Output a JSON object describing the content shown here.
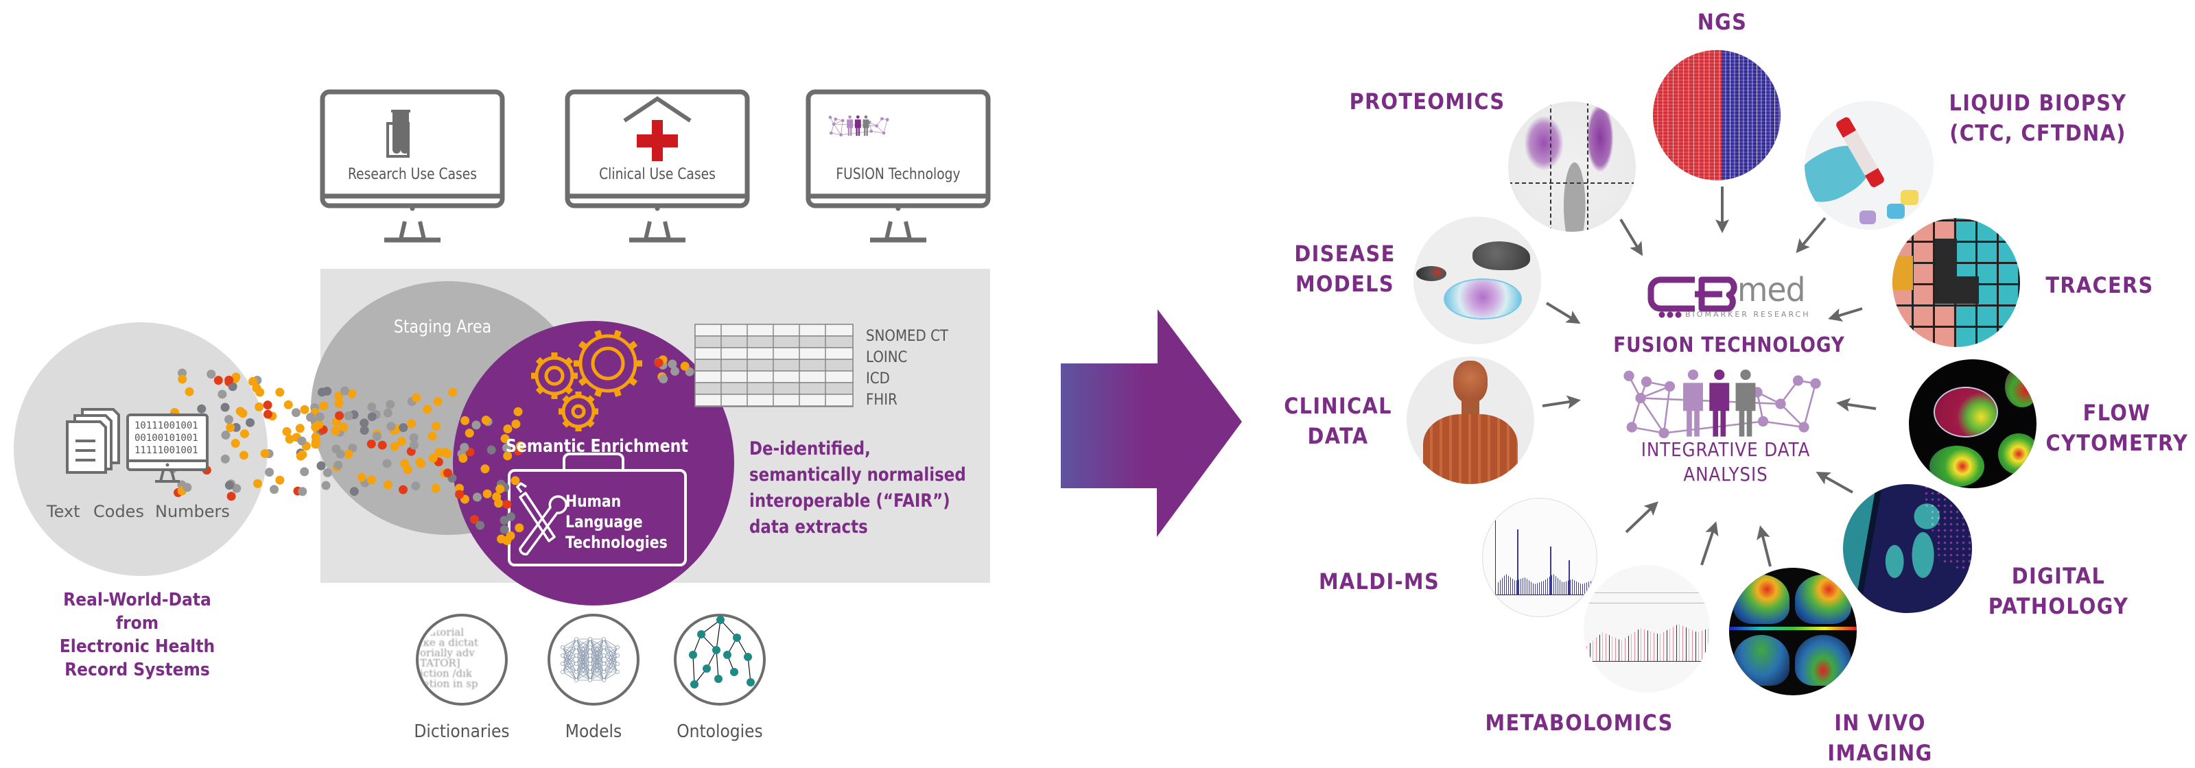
{
  "colors": {
    "purple": "#7b2d86",
    "light_purple": "#b08cc0",
    "gray_panel": "#e2e2e2",
    "staging_gray": "#b3b3b3",
    "source_circle": "#dcdcdc",
    "orange": "#f5a20c",
    "red": "#e33b17",
    "dot_gray": "#9a9a9a",
    "dot_dark": "#7a7a85",
    "arrow_gray": "#666666",
    "monitor_gray": "#6d6d6d",
    "cross_red": "#cc1a1f",
    "arrow_gradient_start": "#5f53a0"
  },
  "left": {
    "source": {
      "labels": [
        "Text",
        "Codes",
        "Numbers"
      ],
      "binary_lines": [
        "10111001001",
        "00100101001",
        "11111001001"
      ],
      "caption_lines": [
        "Real-World-Data",
        "from",
        "Electronic Health",
        "Record Systems"
      ]
    },
    "monitors": [
      {
        "label": "Research Use Cases",
        "icon": "test-tubes-icon"
      },
      {
        "label": "Clinical Use Cases",
        "icon": "hospital-cross-icon"
      },
      {
        "label": "FUSION Technology",
        "icon": "people-network-icon"
      }
    ],
    "staging_area": "Staging Area",
    "semantic_enrichment": "Semantic Enrichment",
    "hlt_lines": [
      "Human",
      "Language",
      "Technologies"
    ],
    "terminologies": [
      "SNOMED CT",
      "LOINC",
      "ICD",
      "FHIR"
    ],
    "fair_lines": [
      "De-identified,",
      "semantically normalised",
      "interoperable (“FAIR”)",
      "data extracts"
    ],
    "tools": [
      {
        "label": "Dictionaries",
        "icon": "dictionary-icon"
      },
      {
        "label": "Models",
        "icon": "neural-network-icon"
      },
      {
        "label": "Ontologies",
        "icon": "ontology-graph-icon"
      }
    ]
  },
  "right": {
    "logo": {
      "main": "CB",
      "suffix": "med",
      "tagline": "BIOMARKER RESEARCH"
    },
    "center_title": "FUSION TECHNOLOGY",
    "center_subtitle_lines": [
      "INTEGRATIVE DATA",
      "ANALYSIS"
    ],
    "sources": [
      {
        "id": "ngs",
        "lines": [
          "NGS"
        ],
        "image": "heatmap-image"
      },
      {
        "id": "proteomics",
        "lines": [
          "PROTEOMICS"
        ],
        "image": "volcano-plot-image"
      },
      {
        "id": "liquid-biopsy",
        "lines": [
          "LIQUID BIOPSY",
          "(CTC, CFTDNA)"
        ],
        "image": "blood-tube-image"
      },
      {
        "id": "disease-models",
        "lines": [
          "DISEASE",
          "MODELS"
        ],
        "image": "mouse-fly-petri-image"
      },
      {
        "id": "tracers",
        "lines": [
          "TRACERS"
        ],
        "image": "nuclide-chart-image"
      },
      {
        "id": "clinical-data",
        "lines": [
          "CLINICAL",
          "DATA"
        ],
        "image": "anatomy-image"
      },
      {
        "id": "flow-cytometry",
        "lines": [
          "FLOW",
          "CYTOMETRY"
        ],
        "image": "cell-fluorescence-image"
      },
      {
        "id": "maldi-ms",
        "lines": [
          "MALDI-MS"
        ],
        "image": "mass-spectrum-image"
      },
      {
        "id": "digital-pathology",
        "lines": [
          "DIGITAL",
          "PATHOLOGY"
        ],
        "image": "tissue-stain-image"
      },
      {
        "id": "metabolomics",
        "lines": [
          "METABOLOMICS"
        ],
        "image": "chromatogram-image"
      },
      {
        "id": "in-vivo-imaging",
        "lines": [
          "IN VIVO IMAGING"
        ],
        "image": "brain-pet-image"
      }
    ]
  }
}
